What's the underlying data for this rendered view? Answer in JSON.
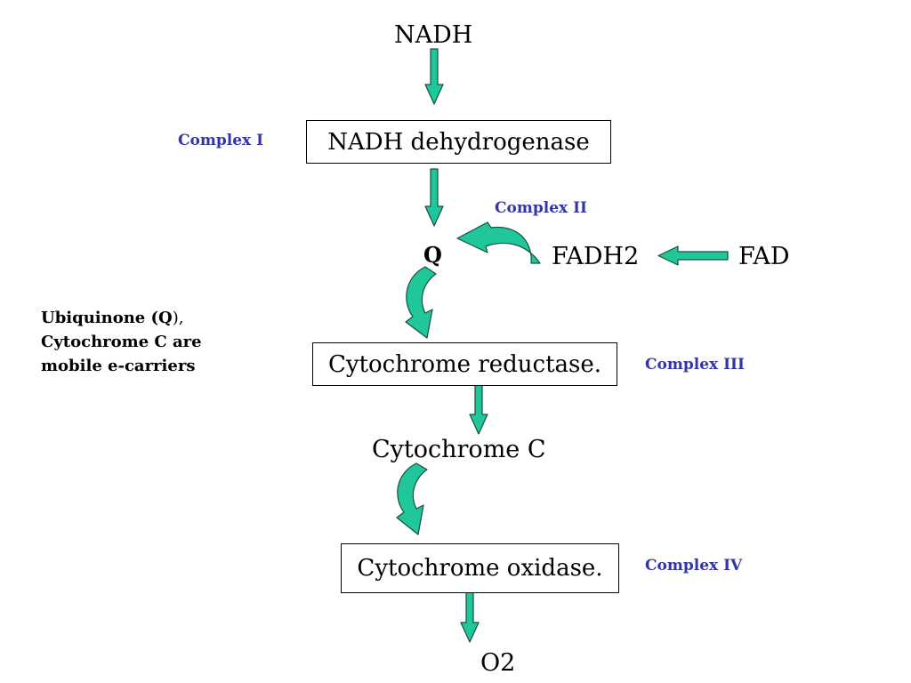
{
  "colors": {
    "arrow_fill": "#1fc79a",
    "arrow_stroke": "#1a4d40",
    "complex_label": "#3333aa",
    "text": "#000000"
  },
  "nodes": {
    "nadh": "NADH",
    "complex1_enzyme": "NADH dehydrogenase",
    "q": "Q",
    "fadh2": "FADH2",
    "fad": "FAD",
    "complex3_enzyme": "Cytochrome reductase.",
    "cytochrome_c": "Cytochrome C",
    "complex4_enzyme": "Cytochrome oxidase.",
    "o2": "O2"
  },
  "complex_labels": {
    "complex1": "Complex I",
    "complex2": "Complex II",
    "complex3": "Complex III",
    "complex4": "Complex IV"
  },
  "note": {
    "line1_prefix": "Ubiquinone (",
    "line1_q": "Q",
    "line1_suffix": "),",
    "line2": "Cytochrome C  are",
    "line3": "mobile e-carriers"
  },
  "icons": {
    "straight_arrow": "straight-arrow-icon",
    "curved_arrow": "curved-arrow-icon"
  }
}
